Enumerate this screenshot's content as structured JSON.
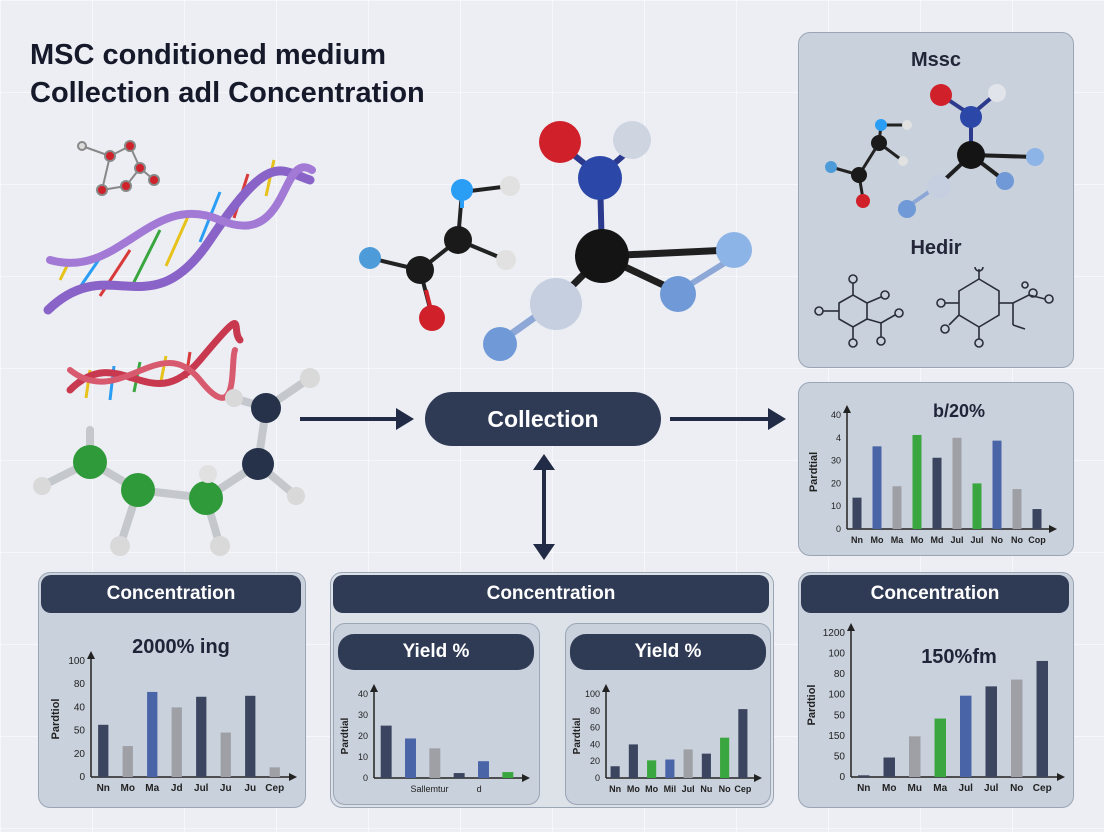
{
  "title": {
    "line1": "MSC conditioned medium",
    "line2": "Collection adl Concentration"
  },
  "center_node": {
    "label": "Collection"
  },
  "top_right_panel": {
    "label1": "Mssc",
    "label2": "Hedir"
  },
  "colors": {
    "navy": "#2f3a55",
    "dark_bar": "#3b4560",
    "blue_bar": "#4a64a8",
    "gray_bar": "#9ea0a6",
    "green_bar": "#3aa63f",
    "panel": "#c9d1dc"
  },
  "icons": [
    "dna-helix-icon",
    "molecule-icon",
    "arrow-right-icon",
    "arrow-updown-icon",
    "chemical-ring-icon"
  ],
  "chart_data": [
    {
      "id": "right-mid",
      "type": "bar",
      "title": "b/20%",
      "ylabel": "Pardtial",
      "yticks": [
        "40",
        "4",
        "30",
        "20",
        "10",
        "0"
      ],
      "categories": [
        "Nn",
        "Mo",
        "Ma",
        "Mo",
        "Md",
        "Jul",
        "Jul",
        "No",
        "No",
        "Cop"
      ],
      "values": [
        11,
        29,
        15,
        33,
        25,
        32,
        16,
        31,
        14,
        7
      ],
      "bar_colors": [
        "#3b4560",
        "#4a64a8",
        "#9ea0a6",
        "#3aa63f",
        "#3b4560",
        "#9ea0a6",
        "#3aa63f",
        "#4a64a8",
        "#9ea0a6",
        "#3b4560"
      ],
      "ylim": [
        0,
        40
      ]
    },
    {
      "id": "bottom-left",
      "type": "bar",
      "title": "2000% ing",
      "ylabel": "Pardtiol",
      "yticks": [
        "100",
        "80",
        "40",
        "50",
        "20",
        "0"
      ],
      "categories": [
        "Nn",
        "Mo",
        "Ma",
        "Jd",
        "Jul",
        "Ju",
        "Ju",
        "Cep"
      ],
      "values": [
        54,
        32,
        88,
        72,
        83,
        46,
        84,
        10
      ],
      "bar_colors": [
        "#3b4560",
        "#9ea0a6",
        "#4a64a8",
        "#9ea0a6",
        "#3b4560",
        "#9ea0a6",
        "#3b4560",
        "#9ea0a6"
      ],
      "ylim": [
        0,
        120
      ]
    },
    {
      "id": "bottom-mid-left",
      "type": "bar",
      "title": "Yield %",
      "ylabel": "Pardtial",
      "yticks": [
        "40",
        "30",
        "20",
        "10",
        "0"
      ],
      "xlabels": [
        "Sallemtur",
        "d"
      ],
      "values": [
        53,
        40,
        30,
        5,
        17,
        6
      ],
      "bar_colors": [
        "#3b4560",
        "#4a64a8",
        "#9ea0a6",
        "#3b4560",
        "#4a64a8",
        "#3aa63f"
      ],
      "ylim": [
        0,
        85
      ]
    },
    {
      "id": "bottom-mid-right",
      "type": "bar",
      "title": "Yield %",
      "ylabel": "Pardtial",
      "yticks": [
        "100",
        "80",
        "60",
        "40",
        "20",
        "0"
      ],
      "categories": [
        "Nn",
        "Mo",
        "Mo",
        "Mil",
        "Jul",
        "Nu",
        "No",
        "Cep"
      ],
      "values": [
        14,
        40,
        21,
        22,
        34,
        29,
        48,
        82
      ],
      "bar_colors": [
        "#3b4560",
        "#3b4560",
        "#3aa63f",
        "#4a64a8",
        "#9ea0a6",
        "#3b4560",
        "#3aa63f",
        "#3b4560"
      ],
      "ylim": [
        0,
        100
      ]
    },
    {
      "id": "bottom-right",
      "type": "bar",
      "title": "150%fm",
      "ylabel": "Pardtiol",
      "yticks": [
        "1200",
        "100",
        "80",
        "100",
        "50",
        "150",
        "50",
        "0"
      ],
      "categories": [
        "Nn",
        "Mo",
        "Mu",
        "Ma",
        "Jul",
        "Jul",
        "No",
        "Cep"
      ],
      "values": [
        2,
        23,
        48,
        69,
        96,
        107,
        115,
        137
      ],
      "bar_colors": [
        "#3b4560",
        "#3b4560",
        "#9ea0a6",
        "#3aa63f",
        "#4a64a8",
        "#3b4560",
        "#9ea0a6",
        "#3b4560"
      ],
      "ylim": [
        0,
        170
      ]
    }
  ],
  "panels": {
    "bottom_left": {
      "header": "Concentration"
    },
    "bottom_mid": {
      "header": "Concentration"
    },
    "bottom_right": {
      "header": "Concentration"
    }
  }
}
